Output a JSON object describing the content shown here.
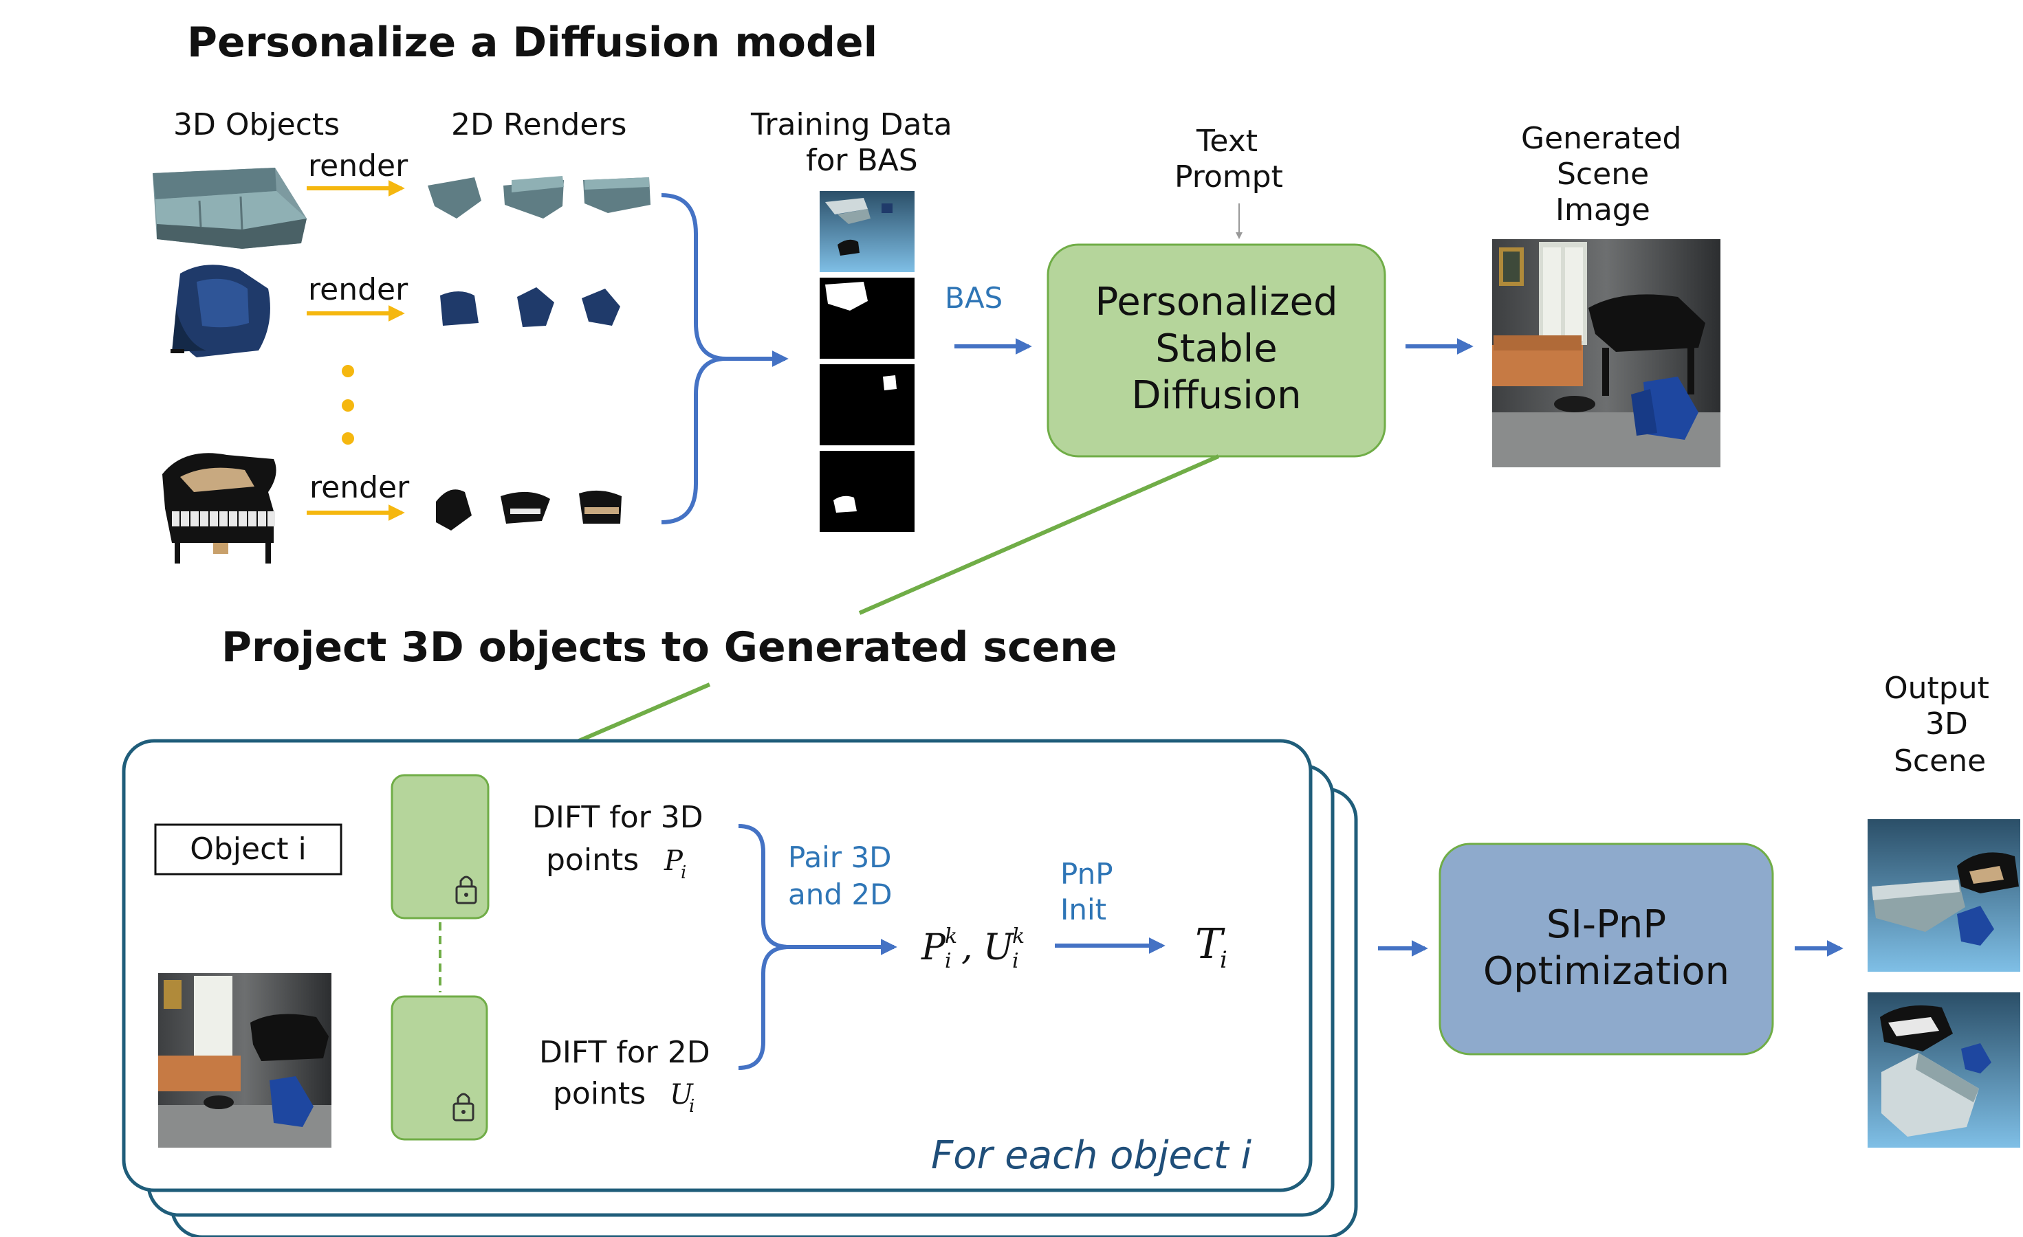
{
  "titles": {
    "top": "Personalize a Diffusion model",
    "bottom": "Project 3D objects to Generated scene"
  },
  "column_labels": {
    "objects": "3D Objects",
    "renders": "2D Renders",
    "training_1": "Training Data",
    "training_2": "for BAS",
    "text_prompt_1": "Text",
    "text_prompt_2": "Prompt",
    "generated_1": "Generated",
    "generated_2": "Scene",
    "generated_3": "Image",
    "output_1": "Output",
    "output_2": "3D",
    "output_3": "Scene"
  },
  "arrows": {
    "render": "render",
    "bas": "BAS"
  },
  "boxes": {
    "personalized_1": "Personalized",
    "personalized_2": "Stable",
    "personalized_3": "Diffusion",
    "sipnp_1": "SI-PnP",
    "sipnp_2": "Optimization",
    "object_i": "Object i"
  },
  "pipeline": {
    "dift3d_1": "DIFT for 3D",
    "dift3d_2": "points",
    "dift3d_sym": "P",
    "dift3d_sub": "i",
    "dift2d_1": "DIFT for 2D",
    "dift2d_2": "points",
    "dift2d_sym": "U",
    "dift2d_sub": "i",
    "pair_1": "Pair 3D",
    "pair_2": "and 2D",
    "pnp_1": "PnP",
    "pnp_2": "Init",
    "pk": "P",
    "pk_sup": "k",
    "pk_sub": "i",
    "uk": "U",
    "uk_sup": "k",
    "uk_sub": "i",
    "comma": ",",
    "t": "T",
    "t_sub": "i",
    "foreach": "For each object i"
  },
  "colors": {
    "orange": "#f5b70f",
    "blue": "#4472c4",
    "green_fill": "#b5d59b",
    "green_stroke": "#70ad47",
    "slate_fill": "#8eaacc",
    "slate_stroke": "#70ad47",
    "stack_stroke": "#1f5d7a",
    "label_blue": "#2e75b6"
  },
  "icons": {
    "lock": "lock-icon"
  }
}
